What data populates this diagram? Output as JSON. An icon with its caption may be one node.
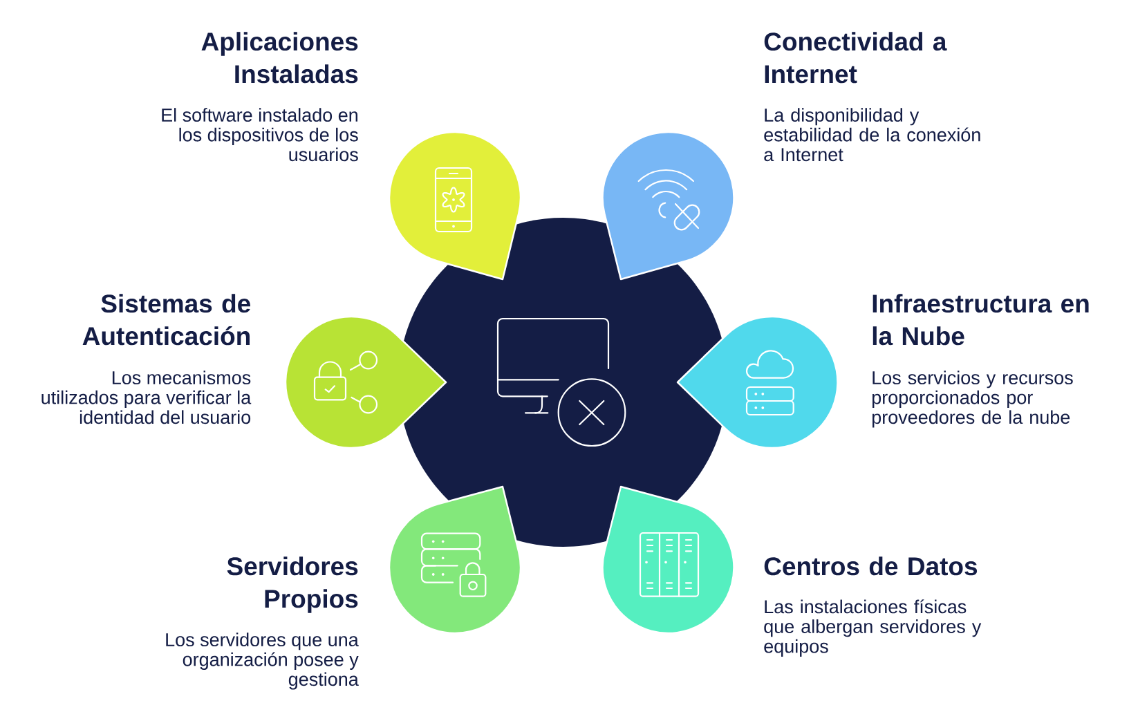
{
  "diagram": {
    "nodes": [
      {
        "text": [],
        "shape": "circle"
      },
      {
        "text": [],
        "shape": "drop",
        "beside": [
          "Aplicaciones Instaladas",
          "El software instalado en los dispositivos de los usuarios"
        ]
      },
      {
        "text": [],
        "shape": "drop",
        "beside": [
          "Conectividad a Internet",
          "La disponibilidad y estabilidad de la conexión a Internet"
        ]
      },
      {
        "text": [],
        "shape": "drop",
        "beside": [
          "Sistemas de Autenticación",
          "Los mecanismos utilizados para verificar la identidad del usuario"
        ]
      },
      {
        "text": [],
        "shape": "drop",
        "beside": [
          "Infraestructura en la Nube",
          "Los servicios y recursos proporcionados por proveedores de la nube"
        ]
      },
      {
        "text": [],
        "shape": "drop",
        "beside": [
          "Servidores Propios",
          "Los servidores que una organización posee y gestiona"
        ]
      },
      {
        "text": [],
        "shape": "drop",
        "beside": [
          "Centros de Datos",
          "Las instalaciones físicas que albergan servidores y equipos"
        ]
      }
    ]
  }
}
